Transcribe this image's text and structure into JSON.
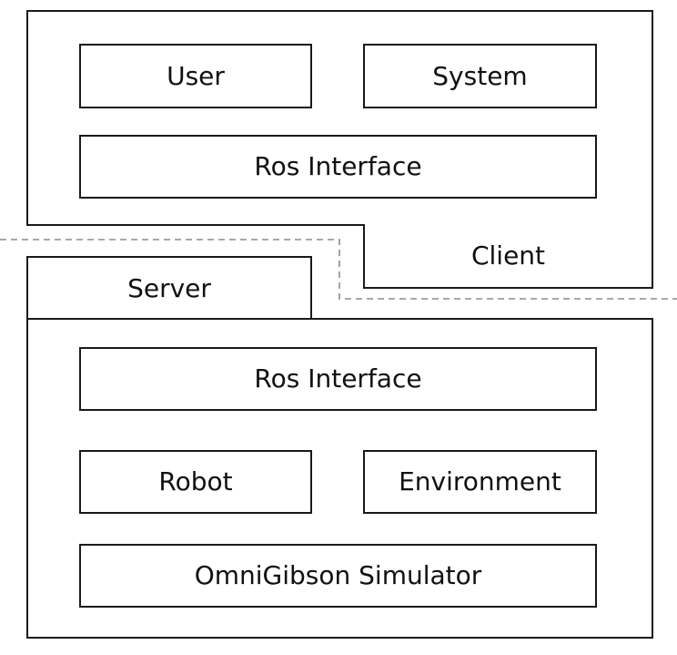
{
  "client": {
    "label": "Client",
    "user_label": "User",
    "system_label": "System",
    "ros_interface_label": "Ros Interface"
  },
  "server": {
    "label": "Server",
    "ros_interface_label": "Ros Interface",
    "robot_label": "Robot",
    "environment_label": "Environment",
    "simulator_label": "OmniGibson Simulator"
  },
  "colors": {
    "stroke": "#1a1a1a",
    "separator": "#8c8c8c",
    "background": "#ffffff"
  }
}
